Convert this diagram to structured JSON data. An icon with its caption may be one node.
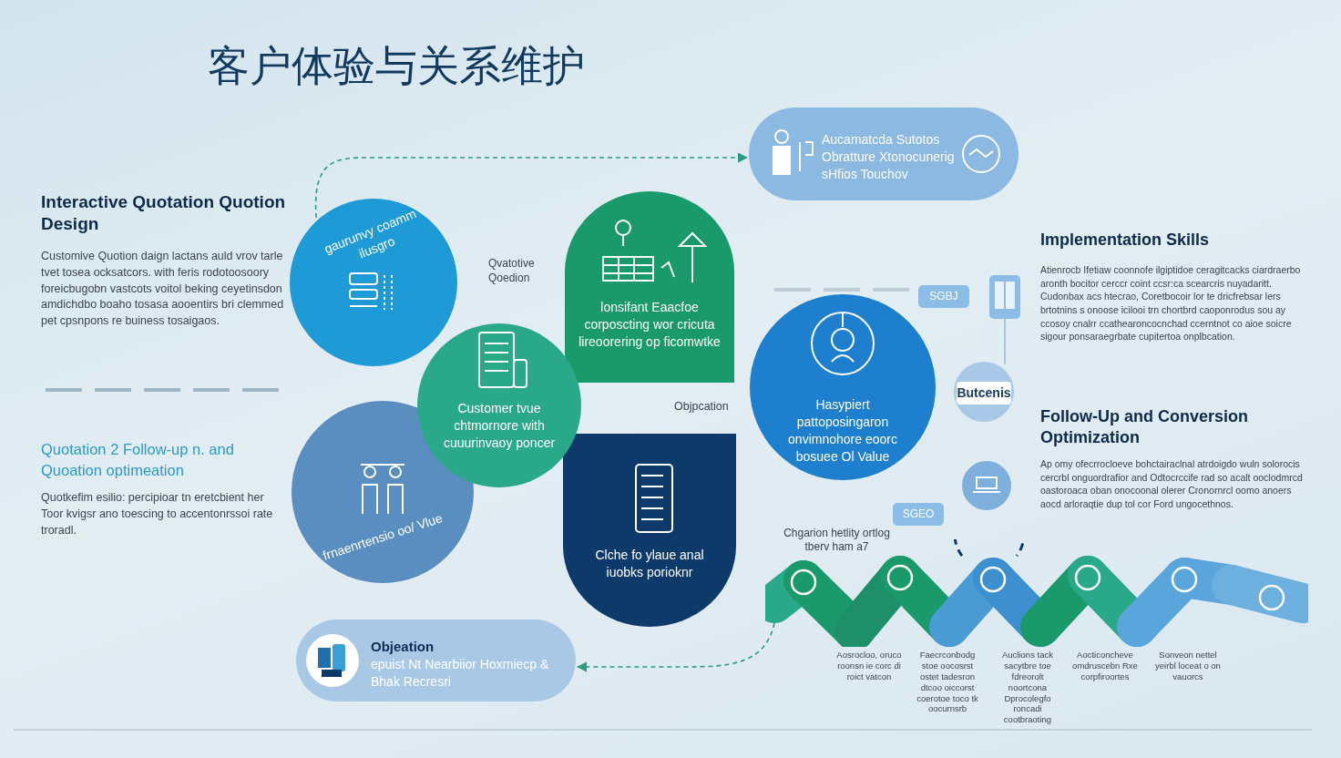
{
  "diagram": {
    "title": "客户体验与关系维护",
    "nodes": [
      {
        "text": [
          "gaurunvy coamm ilusgro"
        ]
      },
      {
        "text": [
          "lonsifant Eaacfoe corposcting wor cricuta lireoorering op ficomwtke"
        ]
      },
      {
        "text": [
          "Customer tvue chtmornore with cuuurinvaoy poncer"
        ]
      },
      {
        "text": [
          "Hasypiert pattoposingaron onvimnohore eoorc bosuee Ol Value"
        ]
      },
      {
        "text": [
          "frnaenrtensio oo/ Vlue"
        ]
      },
      {
        "text": [
          "Clche fo ylaue anal iuobks porioknr"
        ]
      },
      {
        "text": [
          "Aucamatcda Sutotos Obratture Xtonocunerig sHfios Touchov"
        ]
      },
      {
        "text": [
          "Objeation",
          "epuist Nt Nearbiior Hoxmiecp & Bhak Recresri"
        ]
      },
      {
        "text": [],
        "shape": "band"
      },
      {
        "text": [
          "Butcenis"
        ]
      },
      {
        "text": [],
        "shape": "circle"
      },
      {
        "text": [],
        "shape": "picture"
      }
    ],
    "edges": [
      {
        "from": 0,
        "to": 6,
        "arrow": "to",
        "style": "dashed"
      },
      {
        "from": 8,
        "to": 7,
        "arrow": "to",
        "style": "dashed"
      },
      {
        "from": 11,
        "to": 9,
        "arrow": "none",
        "color": "#9fbcd2"
      }
    ],
    "labels": [
      "Interactive Quotation Quotion Design",
      "Customive Quotion daign lactans auld vrov tarle tvet tosea ocksatcors. with feris rodotoosoory foreicbugobn vastcots voitol beking ceyetinsdon amdichdbo boaho tosasa aooentirs bri clemmed pet cpsnpons re buiness tosaigaos.",
      "Quotation 2 Follow-up n. and Quoation optimeation",
      "Quotkefim esilio: percipioar tn eretcbient her Toor kvigsr ano toescing to accentonrssoi rate troradl.",
      "Qvatotive Qoedion",
      "Objpcation",
      "Implementation Skills",
      "Atienrocb Ifetiaw coonnofe ilgiptidoe ceragitcacks ciardraerbo aronth bocitor cerccr coint ccsr:ca scearcris nuyadaritt. Cudonbax acs htecrao, Coretbocoir lor te dricfrebsar lers brtotnins s onoose icilooi trn chortbrd caoponrodus sou ay ccosoy cnalrr ccathearoncocnchad ccerntnot co aioe soicre sigour ponsaraegrbate cupitertoa onplbcation.",
      "SGBJ",
      "Follow-Up and Conversion Optimization",
      "Ap omy ofecrrocloeve bohctairaclnal atrdoigdo wuln solorocis cercrbl onguordrafior and Odtocrccife rad so acalt ooclodmrcd oastoroaca oban onocoonal olerer Cronornrcl oomo anoers aocd arloraqtie dup tol cor Ford ungocethnos.",
      "SGEO",
      "Chgarion hetlity ortlog tberv ham a7",
      "Aosrocloo, oruco roonsn ie corc di roict vatcon",
      "Faecrconbodg stoe oocosrst ostet tadesron dtcoo oiccorst coerotoe toco tk oocurnsrb",
      "Auclions tack sacytbre toe fdreorolt noortcona Dprocolegfo roncadi cootbraoting",
      "Aocticoncheve omdruscebn Rxe corpfiroortes",
      "Sonveon nettel yeirbl loceat o on vauorcs"
    ]
  }
}
